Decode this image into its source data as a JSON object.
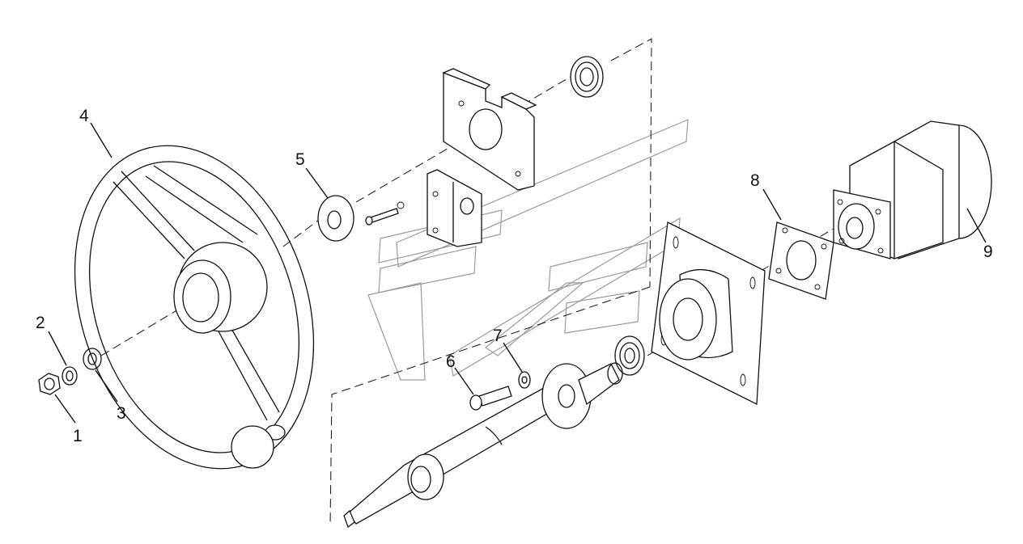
{
  "diagram": {
    "type": "exploded-parts-view",
    "callouts": [
      {
        "id": "1",
        "label": "1",
        "part": "nut"
      },
      {
        "id": "2",
        "label": "2",
        "part": "lock-washer"
      },
      {
        "id": "3",
        "label": "3",
        "part": "flat-washer"
      },
      {
        "id": "4",
        "label": "4",
        "part": "steering-wheel"
      },
      {
        "id": "5",
        "label": "5",
        "part": "washer"
      },
      {
        "id": "6",
        "label": "6",
        "part": "bolt"
      },
      {
        "id": "7",
        "label": "7",
        "part": "washer"
      },
      {
        "id": "8",
        "label": "8",
        "part": "flange-gasket"
      },
      {
        "id": "9",
        "label": "9",
        "part": "steering-unit"
      }
    ],
    "watermark": "company-logo"
  }
}
